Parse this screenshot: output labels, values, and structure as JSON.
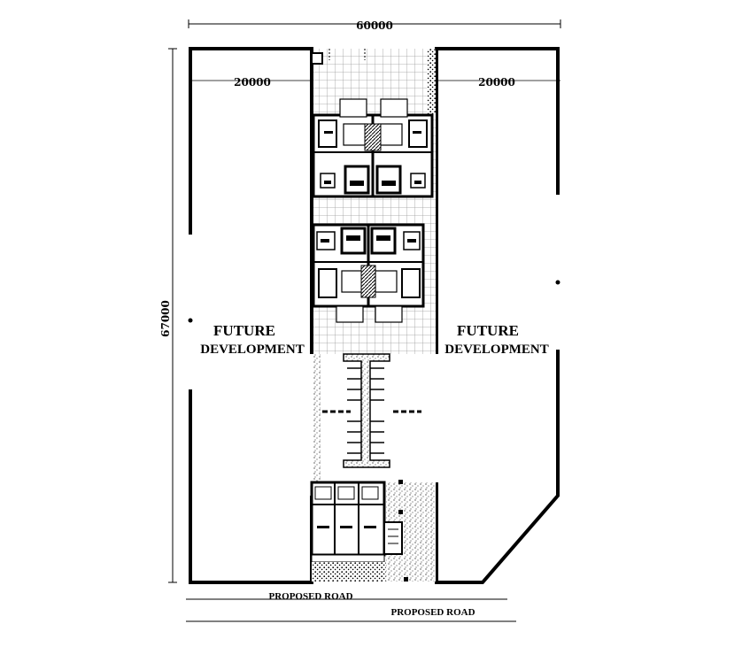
{
  "dimensions": {
    "overall_width": "60000",
    "left_plot_width": "20000",
    "middle_width": "20000",
    "right_plot_width": "20000",
    "overall_depth": "67000"
  },
  "plots": {
    "left_line1": "FUTURE",
    "left_line2": "DEVELOPMENT",
    "right_line1": "FUTURE",
    "right_line2": "DEVELOPMENT"
  },
  "roads": {
    "road_upper": "PROPOSED ROAD",
    "road_lower": "PROPOSED ROAD"
  },
  "colors": {
    "line": "#000000",
    "background": "#ffffff",
    "paving_grid": "#9a9a9a"
  }
}
